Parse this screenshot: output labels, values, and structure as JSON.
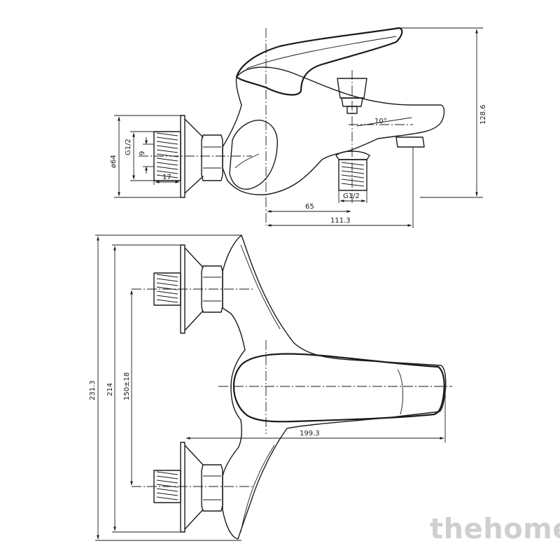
{
  "drawing": {
    "dimensions": {
      "side_diameter": "ø64",
      "side_thread": "G1/2",
      "side_nut": "9",
      "side_offset": "17",
      "spout_angle": "10°",
      "height": "128.6",
      "spout_thread": "G1/2",
      "spout_offset": "65",
      "spout_reach": "111.3",
      "total_height": "231.3",
      "flange_span": "214",
      "inlet_spacing": "150±18",
      "lever_length": "199.3"
    }
  },
  "watermark": "thehome"
}
